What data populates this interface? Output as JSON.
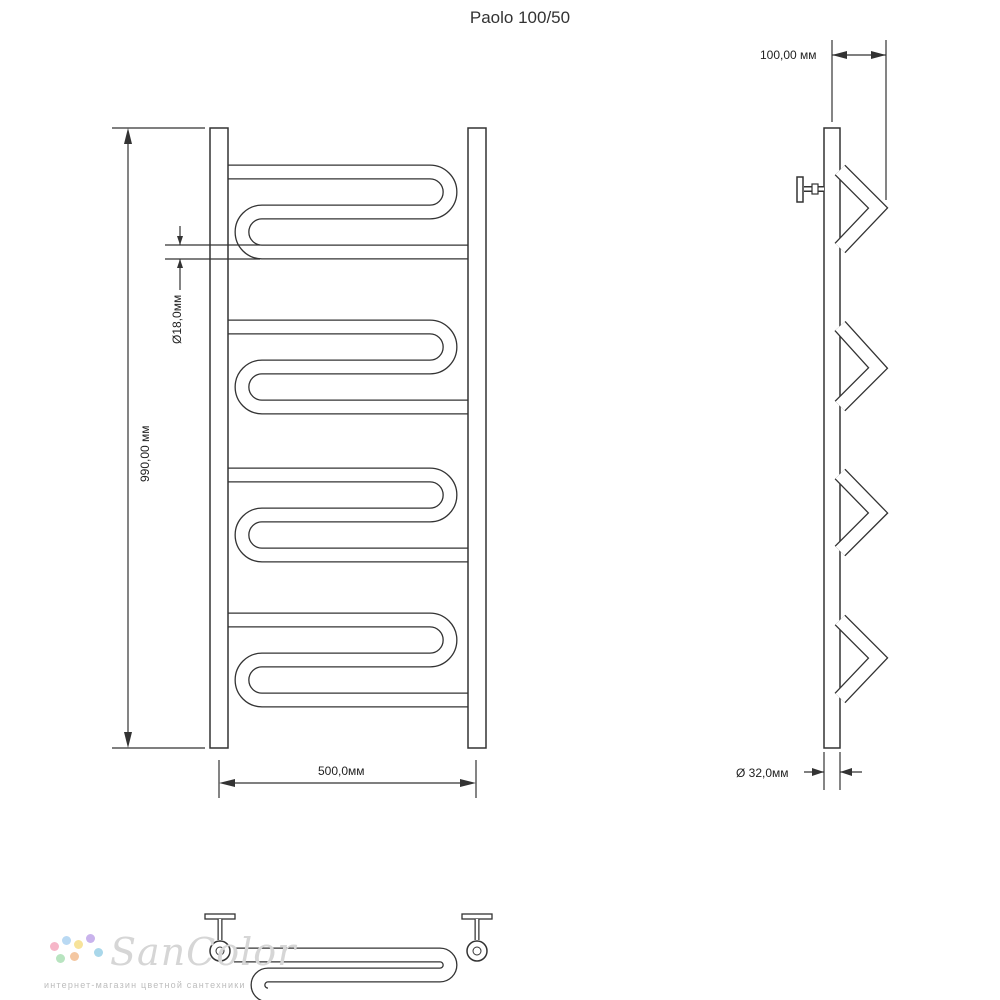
{
  "title": "Paolo 100/50",
  "dimensions": {
    "height": "990,00 мм",
    "width": "500,0мм",
    "pipe_diameter": "Ø18,0мм",
    "depth": "100,00 мм",
    "post_diameter": "Ø 32,0мм"
  },
  "logo": {
    "name": "SanColor",
    "tagline": "интернет-магазин цветной сантехники",
    "dot_colors": [
      "#f6b6c8",
      "#b9d9f3",
      "#f7e39a",
      "#c9b3ec",
      "#b8e4c0",
      "#f4c7a1",
      "#a9d7ea"
    ]
  }
}
